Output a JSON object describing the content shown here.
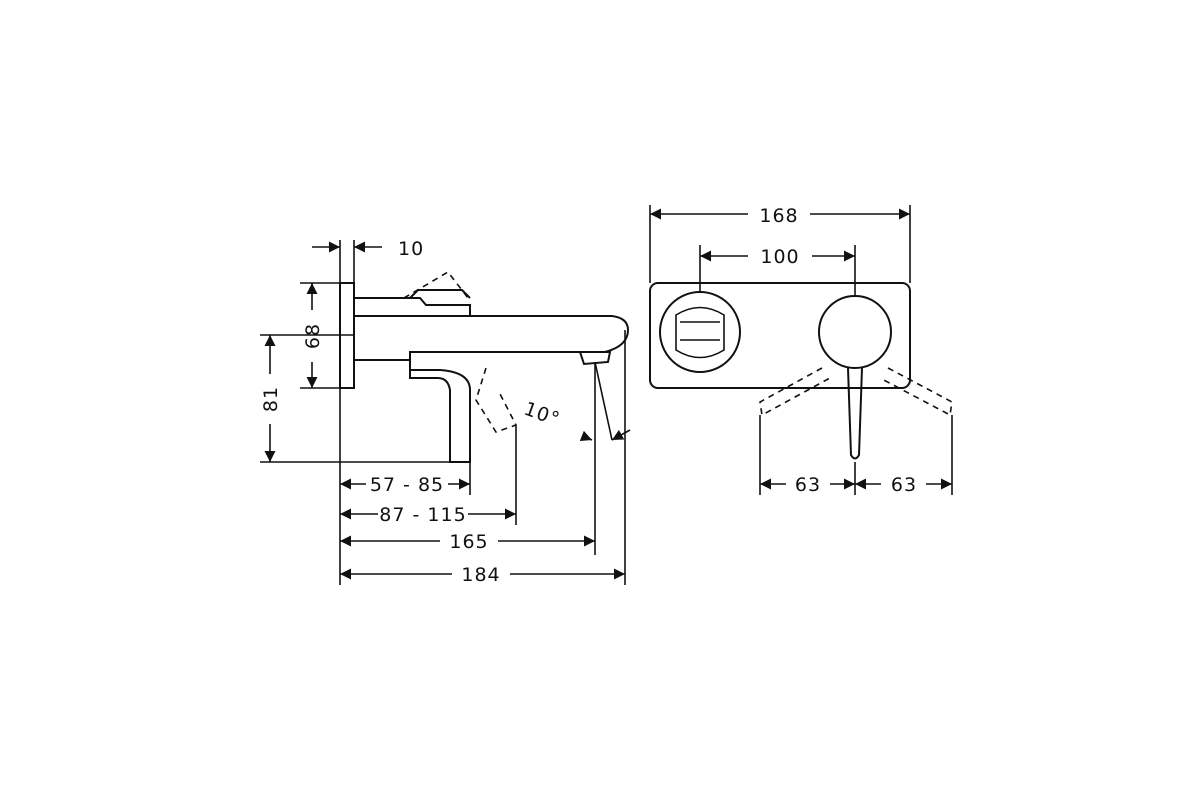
{
  "dimensions": {
    "side_view": {
      "wall_plate_thickness": "10",
      "spout_height": "68",
      "overall_height": "81",
      "handle_reach": "57 - 85",
      "handle_reach_rotated": "87 - 115",
      "spout_projection": "165",
      "overall_projection": "184",
      "spout_angle": "10°"
    },
    "front_view": {
      "plate_width": "168",
      "center_distance": "100",
      "lever_swing_left": "63",
      "lever_swing_right": "63"
    }
  }
}
